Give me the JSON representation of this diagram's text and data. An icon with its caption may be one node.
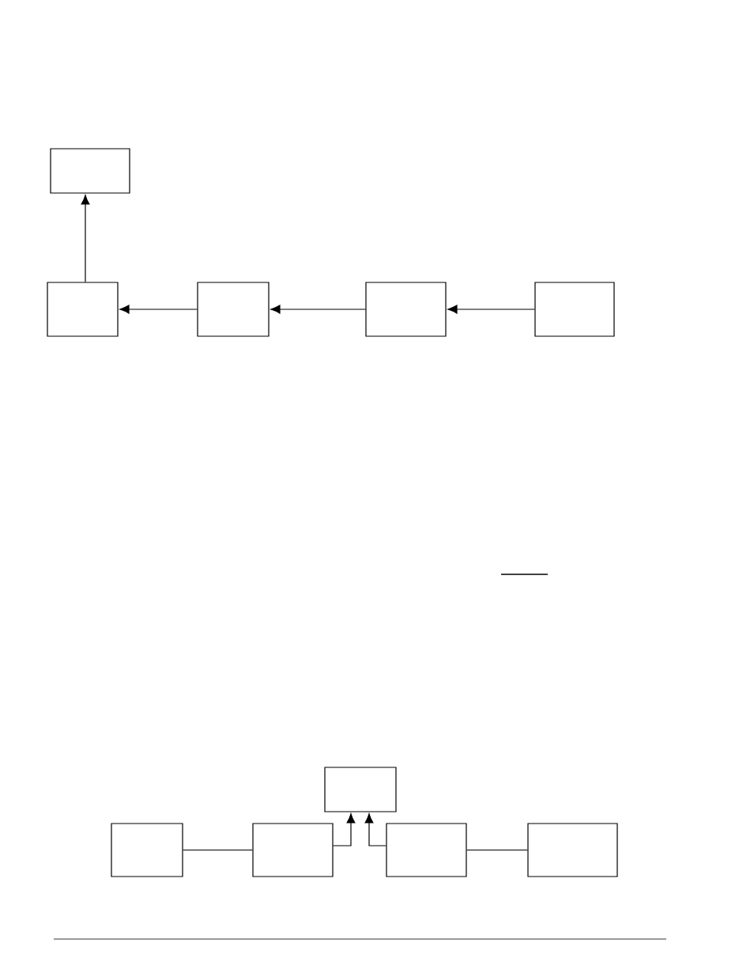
{
  "diagram": {
    "nodes": [
      {
        "text": [],
        "shape": "box"
      },
      {
        "text": [],
        "shape": "box"
      },
      {
        "text": [],
        "shape": "box"
      },
      {
        "text": [],
        "shape": "box"
      },
      {
        "text": [],
        "shape": "box"
      },
      {
        "text": [],
        "shape": "box"
      },
      {
        "text": [],
        "shape": "box"
      },
      {
        "text": [],
        "shape": "box"
      },
      {
        "text": [],
        "shape": "box"
      },
      {
        "text": [],
        "shape": "box"
      }
    ],
    "edges": [
      {
        "from": 1,
        "to": 0,
        "arrow": "to"
      },
      {
        "from": 2,
        "to": 1,
        "arrow": "to"
      },
      {
        "from": 3,
        "to": 2,
        "arrow": "to"
      },
      {
        "from": 4,
        "to": 3,
        "arrow": "to"
      },
      {
        "from": 6,
        "to": 7,
        "arrow": "none"
      },
      {
        "from": 7,
        "to": 5,
        "arrow": "to"
      },
      {
        "from": 8,
        "to": 5,
        "arrow": "to"
      },
      {
        "from": 8,
        "to": 9,
        "arrow": "none"
      }
    ]
  }
}
